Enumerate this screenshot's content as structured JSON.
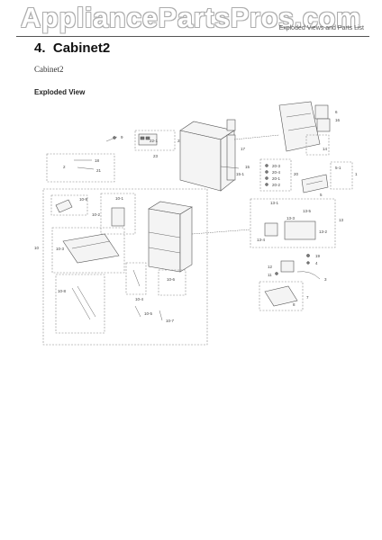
{
  "watermark": "AppliancePartsPros.com",
  "header_note": "Exploded Views and Parts List",
  "section": {
    "number": "4.",
    "title": "Cabinet2",
    "subtitle": "Cabinet2",
    "view_label": "Exploded View"
  },
  "callouts": {
    "c1": "1",
    "c2": "2",
    "c3": "3",
    "c4": "4",
    "c5": "5",
    "c6": "6",
    "c7": "7",
    "c8": "8",
    "c9": "9",
    "c10": "10",
    "c11": "11",
    "c12": "12",
    "c13": "13",
    "c14": "14",
    "c15": "15",
    "c16": "16",
    "c17": "17",
    "c18": "18",
    "c19": "19",
    "c20": "20",
    "c21": "21",
    "c22": "22",
    "c23": "23",
    "c10_1": "10-1",
    "c10_2": "10-2",
    "c10_3": "10-3",
    "c10_4": "10-4",
    "c10_5": "10-5",
    "c10_6": "10-6",
    "c10_7": "10-7",
    "c10_8": "10-8",
    "c10_9": "10-9",
    "c13_1": "13-1",
    "c13_2": "13-2",
    "c13_3": "13-3",
    "c13_4": "13-4",
    "c13_5": "13-5",
    "c20_1": "20-1",
    "c20_2": "20-2",
    "c20_3": "20-3",
    "c20_4": "20-4",
    "c22_1": "22-1",
    "c15_1": "15-1",
    "c5_1": "5-1"
  }
}
